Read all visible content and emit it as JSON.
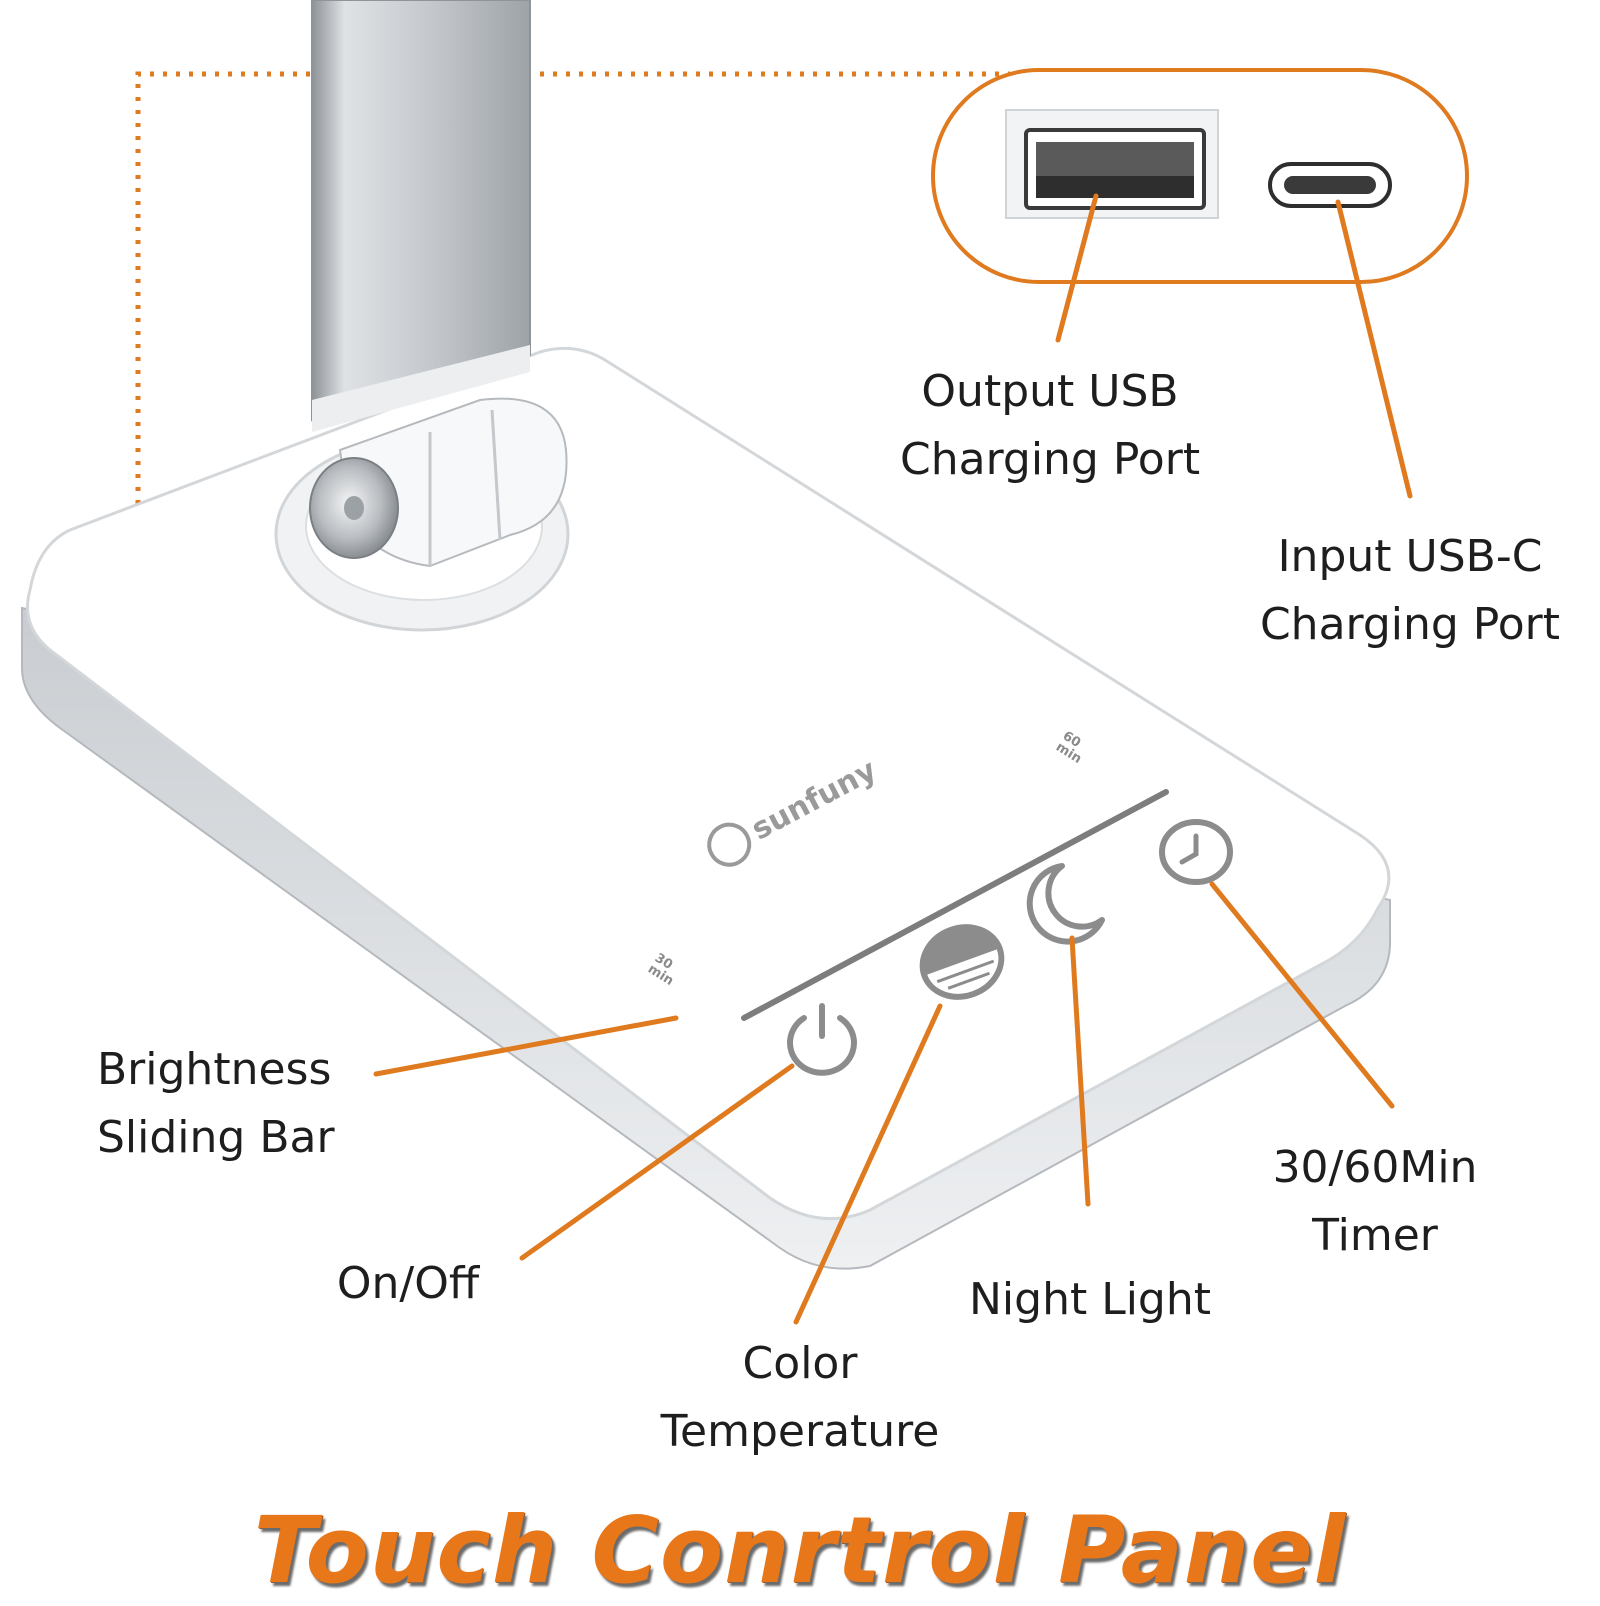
{
  "brand": {
    "logo_text": "sunfuny"
  },
  "panel_marks": {
    "thirty_min": {
      "value": "30",
      "unit": "min"
    },
    "sixty_min": {
      "value": "60",
      "unit": "min"
    }
  },
  "icons": {
    "power": "power-icon",
    "color_temperature": "color-temperature-icon",
    "night_light": "moon-icon",
    "timer": "timer-icon",
    "usb_a": "usb-a-port-icon",
    "usb_c": "usb-c-port-icon"
  },
  "callouts": {
    "output_usb": {
      "line1": "Output  USB",
      "line2": "Charging Port"
    },
    "input_usbc": {
      "line1": "Input USB-C",
      "line2": "Charging Port"
    },
    "brightness": {
      "line1": "Brightness",
      "line2": "Sliding Bar"
    },
    "on_off": {
      "line1": "On/Off"
    },
    "color_temp": {
      "line1": "Color",
      "line2": "Temperature"
    },
    "night_light": {
      "line1": "Night Light"
    },
    "timer": {
      "line1": "30/60Min",
      "line2": "Timer"
    }
  },
  "headline": "Touch Conrtrol Panel",
  "colors": {
    "accent": "#e07a1f",
    "text": "#1e1e1e",
    "panel_icon": "#8c8c8c",
    "base": "#ffffff",
    "arm": "#c9cdd1"
  }
}
